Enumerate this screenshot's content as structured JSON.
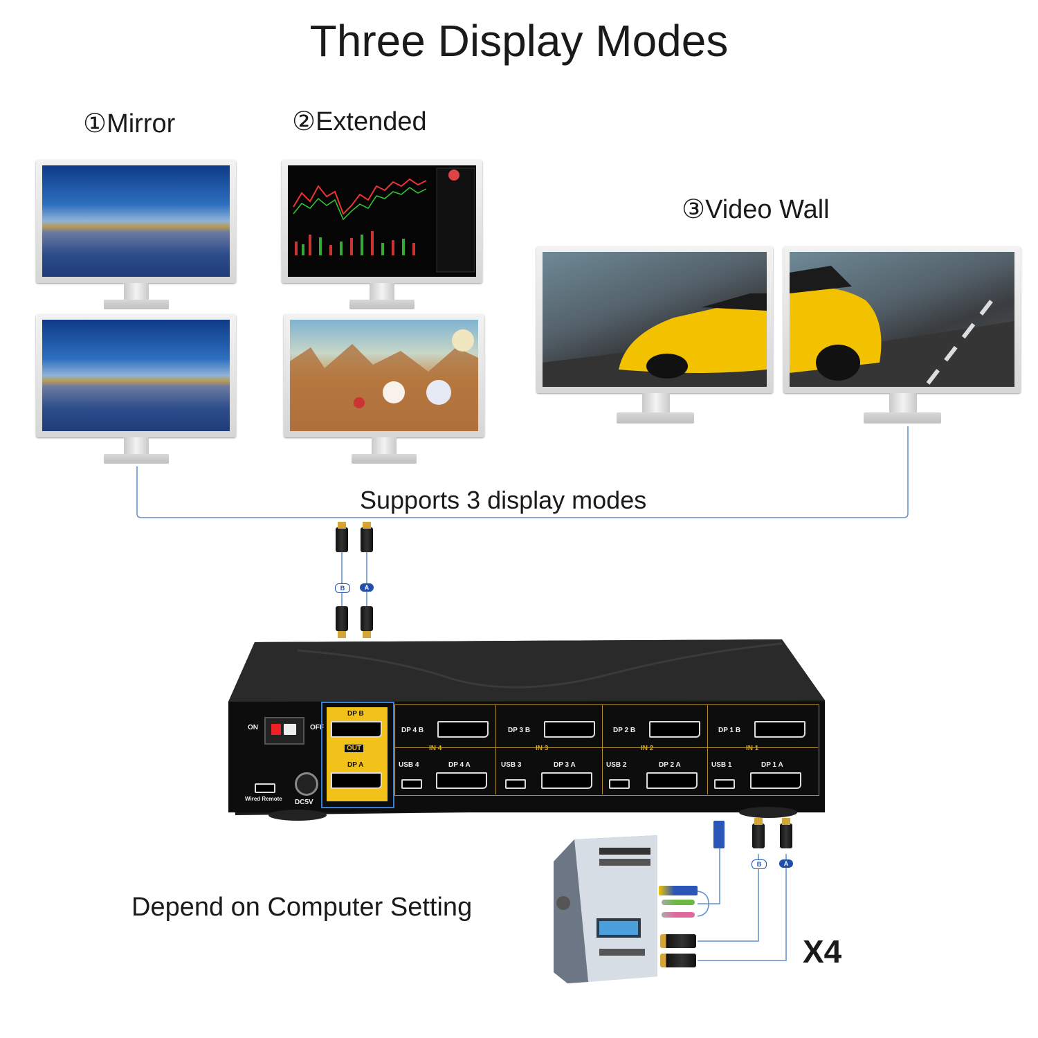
{
  "title": "Three Display Modes",
  "modes": {
    "mirror": "①Mirror",
    "extended": "②Extended",
    "video_wall": "③Video Wall"
  },
  "supports_text": "Supports 3 display modes",
  "depend_text": "Depend on Computer Setting",
  "multiplier": "X4",
  "cable_tags": {
    "b": "B",
    "a": "A"
  },
  "device": {
    "on": "ON",
    "off": "OFF",
    "wired_remote": "Wired Remote",
    "dc5v": "DC5V",
    "out": {
      "dp_b": "DP B",
      "label": "OUT",
      "dp_a": "DP A"
    },
    "inputs": [
      {
        "dp_b": "DP 4 B",
        "in": "IN 4",
        "usb": "USB 4",
        "dp_a": "DP 4 A"
      },
      {
        "dp_b": "DP 3 B",
        "in": "IN 3",
        "usb": "USB 3",
        "dp_a": "DP 3 A"
      },
      {
        "dp_b": "DP 2 B",
        "in": "IN 2",
        "usb": "USB 2",
        "dp_a": "DP 2 A"
      },
      {
        "dp_b": "DP 1 B",
        "in": "IN 1",
        "usb": "USB 1",
        "dp_a": "DP 1 A"
      }
    ]
  },
  "colors": {
    "cable_line": "#5b8fd0",
    "tag_b_bg": "#ffffff",
    "tag_a_bg": "#1f4fa8",
    "highlight_border": "#3b7fd9",
    "dp_out_panel": "#f2c21b",
    "port_label_gold": "#d9a514"
  }
}
